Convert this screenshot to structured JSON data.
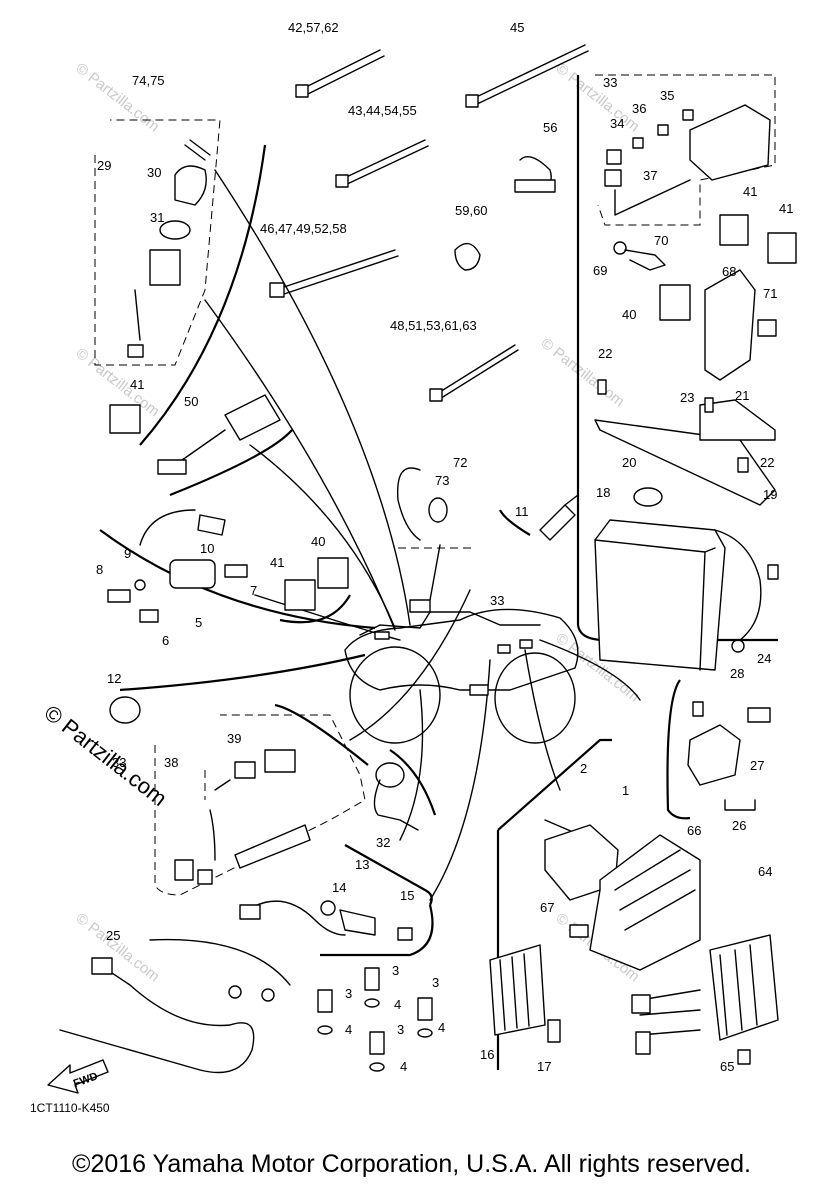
{
  "diagram": {
    "copyright": "©2016 Yamaha Motor Corporation, U.S.A. All rights reserved.",
    "diagram_code": "1CT1110-K450",
    "fwd_label": "FWD",
    "partzilla_mark": "© Partzilla.com",
    "watermark_text": "© Partzilla.com",
    "labels": {
      "l42_57_62": "42,57,62",
      "l45": "45",
      "l74_75": "74,75",
      "l43_44_54_55": "43,44,54,55",
      "l56": "56",
      "l29": "29",
      "l30": "30",
      "l31": "31",
      "l59_60": "59,60",
      "l46_47_49_52_58": "46,47,49,52,58",
      "l48_51_53_61_63": "48,51,53,61,63",
      "l41_left": "41",
      "l50": "50",
      "l72": "72",
      "l73": "73",
      "l11": "11",
      "l10": "10",
      "l9": "9",
      "l8": "8",
      "l7": "7",
      "l6": "6",
      "l5": "5",
      "l41_mid": "41",
      "l40_mid": "40",
      "l33_mid": "33",
      "l12": "12",
      "l33_box": "33",
      "l38": "38",
      "l39": "39",
      "l32": "32",
      "l13": "13",
      "l14": "14",
      "l15": "15",
      "l25": "25",
      "l3a": "3",
      "l3b": "3",
      "l3c": "3",
      "l3d": "3",
      "l4a": "4",
      "l4b": "4",
      "l4c": "4",
      "l4d": "4",
      "l16": "16",
      "l17": "17",
      "l2": "2",
      "l1": "1",
      "l66": "66",
      "l67": "67",
      "l64": "64",
      "l65": "65",
      "l33_top": "33",
      "l36": "36",
      "l35": "35",
      "l34": "34",
      "l37": "37",
      "l41_r1": "41",
      "l41_r2": "41",
      "l70": "70",
      "l69": "69",
      "l68": "68",
      "l40_r": "40",
      "l71": "71",
      "l22a": "22",
      "l23": "23",
      "l21": "21",
      "l20": "20",
      "l22b": "22",
      "l18": "18",
      "l19": "19",
      "l24": "24",
      "l28": "28",
      "l27": "27",
      "l26": "26"
    }
  }
}
